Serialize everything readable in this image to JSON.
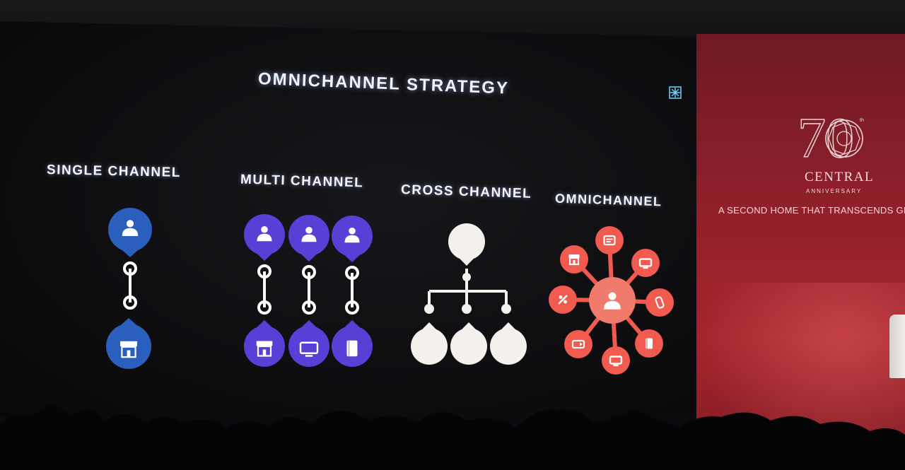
{
  "slide": {
    "title": "OMNICHANNEL STRATEGY",
    "columns": [
      {
        "title": "SINGLE CHANNEL"
      },
      {
        "title": "MULTI CHANNEL"
      },
      {
        "title": "CROSS CHANNEL"
      },
      {
        "title": "OMNICHANNEL"
      }
    ]
  },
  "banner": {
    "number": "70",
    "superscript": "th",
    "brand": "CENTRAL",
    "subtitle": "ANNIVERSARY",
    "tagline": "A SECOND HOME THAT TRANSCENDS GEN"
  },
  "colors": {
    "single": "#2a5fbd",
    "multi": "#5a3fd6",
    "cross": "#f4f1ec",
    "omni": "#f05a4f",
    "omni_center": "#f07a6c",
    "banner": "#9a222c"
  },
  "icons": {
    "person": "person-icon",
    "store": "store-icon",
    "tv": "tv-icon",
    "book": "book-icon",
    "mobile": "mobile-icon",
    "catalog": "catalog-icon",
    "ticket": "ticket-icon",
    "tools": "tools-icon"
  }
}
